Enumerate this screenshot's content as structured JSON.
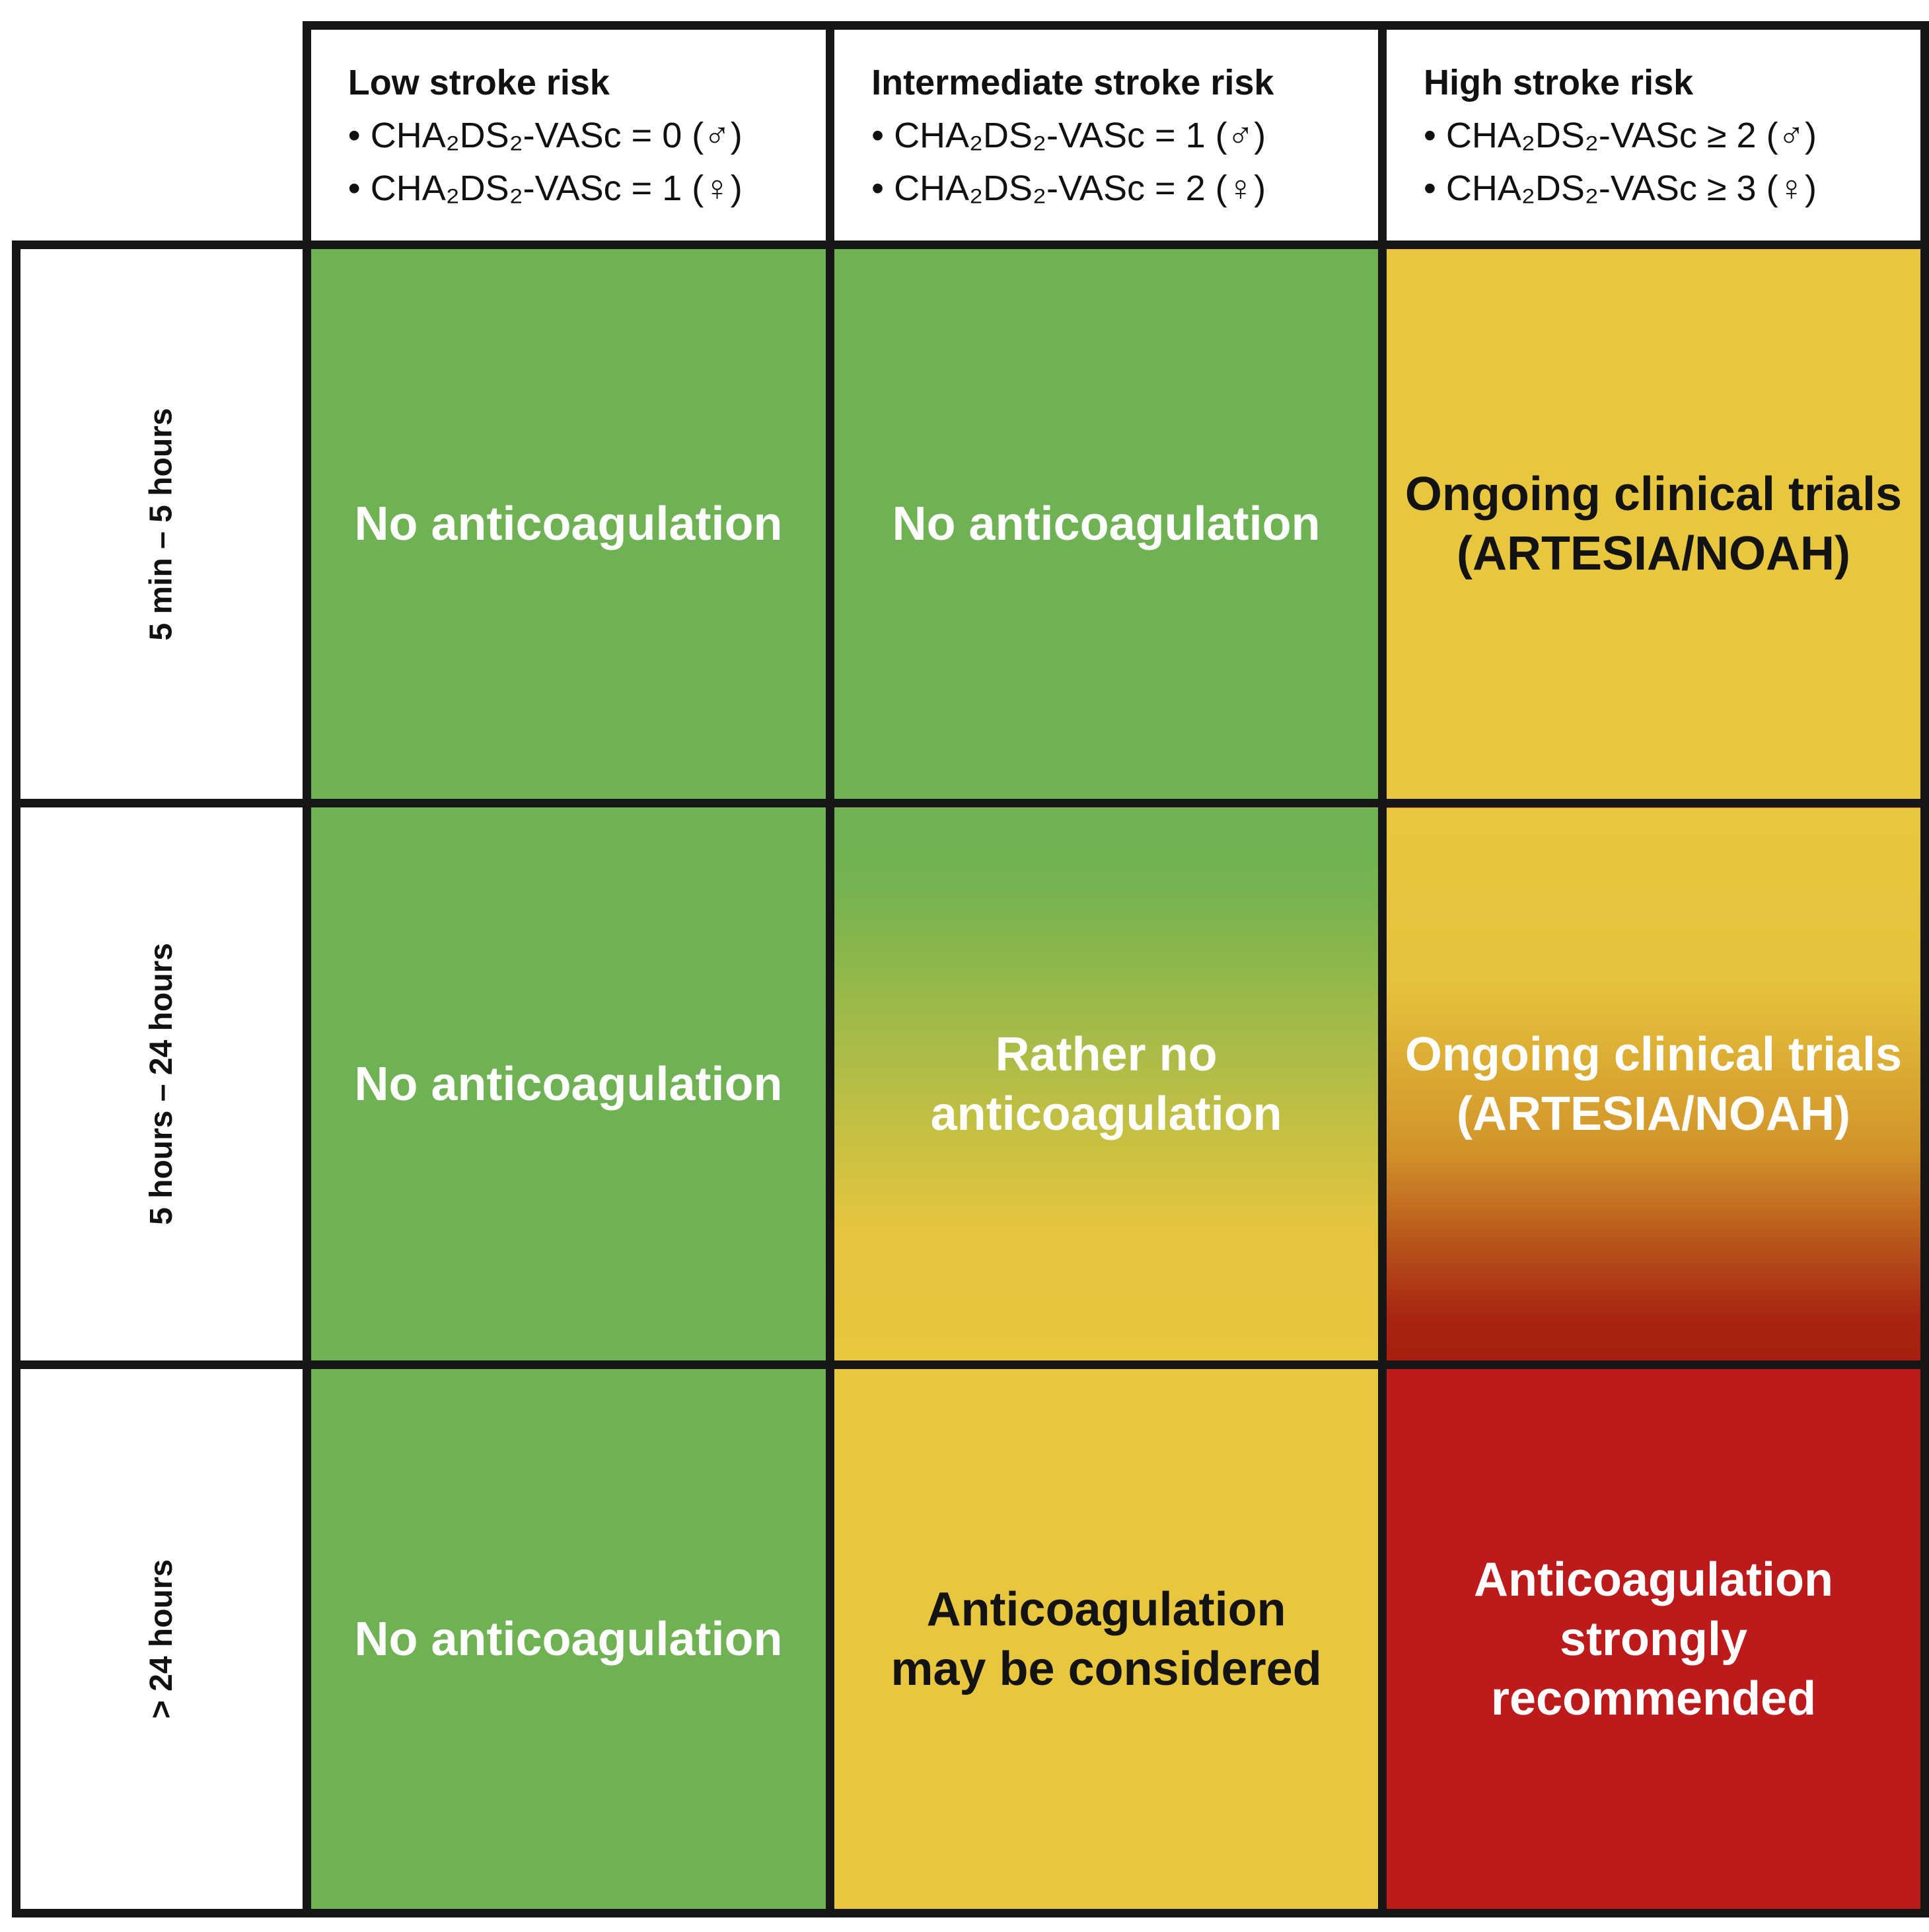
{
  "figure": {
    "description_palette": {
      "green": "#6eb253",
      "yellow": "#e8c73e",
      "red": "#bd1a1c",
      "border_black": "#161616",
      "header_background": "#ffffff",
      "text_light": "#ffffff",
      "text_dark": "#131313"
    },
    "columns": [
      {
        "title": "Low stroke risk",
        "bullets": [
          "• CHA₂DS₂-VASc = 0 (♂)",
          "• CHA₂DS₂-VASc = 1 (♀)"
        ]
      },
      {
        "title": "Intermediate stroke risk",
        "bullets": [
          "• CHA₂DS₂-VASc = 1 (♂)",
          "• CHA₂DS₂-VASc = 2 (♀)"
        ]
      },
      {
        "title": "High stroke risk",
        "bullets": [
          "• CHA₂DS₂-VASc ≥ 2 (♂)",
          "• CHA₂DS₂-VASc ≥ 3 (♀)"
        ]
      }
    ],
    "rows": [
      {
        "label": "5 min – 5 hours"
      },
      {
        "label": "5 hours – 24 hours"
      },
      {
        "label": "> 24 hours"
      }
    ],
    "cells": [
      [
        "No anticoagulation",
        "No anticoagulation",
        "Ongoing clinical trials\n(ARTESIA/NOAH)"
      ],
      [
        "No anticoagulation",
        "Rather no\nanticoagulation",
        "Ongoing clinical trials\n(ARTESIA/NOAH)"
      ],
      [
        "No anticoagulation",
        "Anticoagulation\nmay be considered",
        "Anticoagulation\nstrongly\nrecommended"
      ]
    ]
  }
}
